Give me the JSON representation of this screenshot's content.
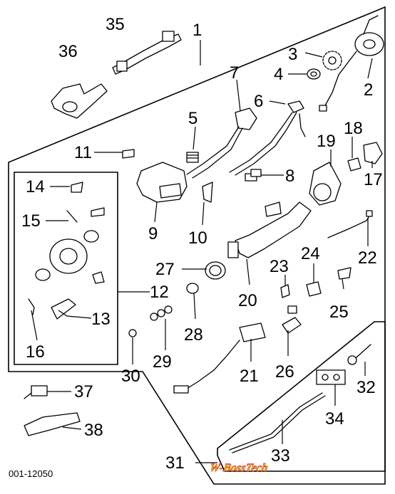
{
  "diagram": {
    "callouts": [
      "1",
      "2",
      "3",
      "4",
      "5",
      "6",
      "7",
      "8",
      "9",
      "10",
      "11",
      "12",
      "13",
      "14",
      "15",
      "16",
      "17",
      "18",
      "19",
      "20",
      "21",
      "22",
      "23",
      "24",
      "25",
      "26",
      "27",
      "28",
      "29",
      "30",
      "31",
      "32",
      "33",
      "34",
      "35",
      "36",
      "37",
      "38"
    ],
    "figure_code": "001-12050",
    "watermark": "W-BossTech",
    "colors": {
      "line": "#000000",
      "shade": "#d9d9d9",
      "watermark_fill": "#f4c400",
      "watermark_outline": "#c21a1a"
    }
  }
}
